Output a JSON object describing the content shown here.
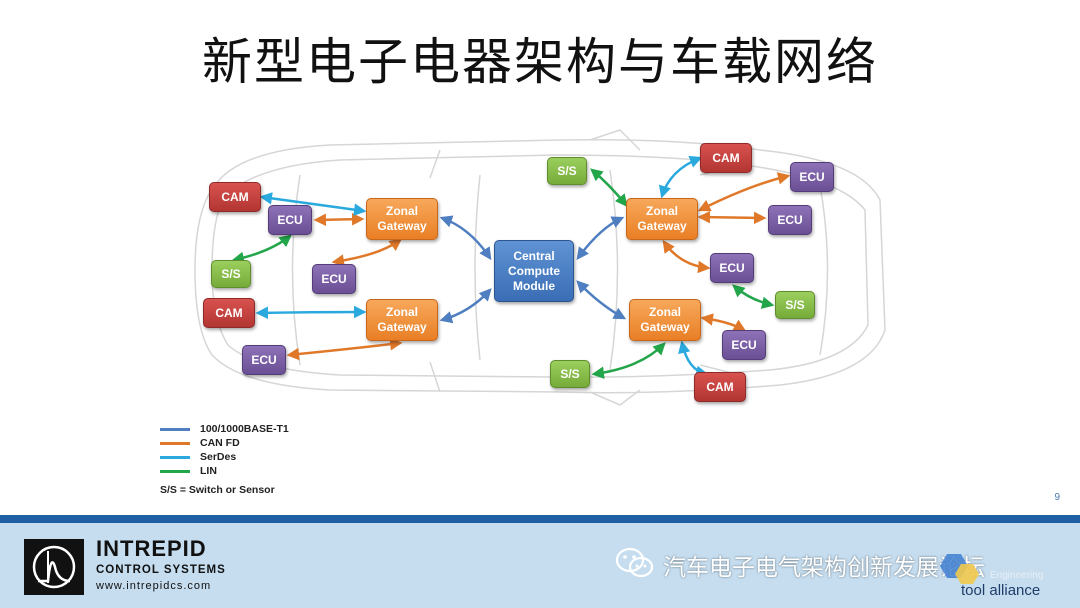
{
  "title": "新型电子电器架构与车载网络",
  "colors": {
    "ethernet": "#4f7fc0",
    "canfd": "#e0782a",
    "serdes": "#2aa9de",
    "lin": "#23a54a",
    "cam": "#c0403c",
    "ecu": "#7a5fa8",
    "ss": "#86bd48",
    "zonal": "#f08f3a",
    "central": "#4a7fc4",
    "footer_bg": "#c5ddef",
    "footer_bar": "#1f5fa4"
  },
  "nodes": {
    "central": "Central Compute Module",
    "zonal_gateway": "Zonal Gateway",
    "cam": "CAM",
    "ecu": "ECU",
    "ss": "S/S"
  },
  "legend": [
    {
      "label": "100/1000BASE-T1",
      "color": "#4f7fc0"
    },
    {
      "label": "CAN FD",
      "color": "#e0782a"
    },
    {
      "label": "SerDes",
      "color": "#2aa9de"
    },
    {
      "label": "LIN",
      "color": "#23a54a"
    }
  ],
  "legend_note": "S/S = Switch or Sensor",
  "page_number": "9",
  "footer": {
    "brand_name": "INTREPID",
    "brand_sub": "CONTROL SYSTEMS",
    "brand_url": "www.intrepidcs.com",
    "wechat_text": "汽车电子电气架构创新发展论坛",
    "partner_text": "tool alliance",
    "partner_sub": "Engineering",
    "icons": [
      "intrepid-logo-icon",
      "wechat-icon",
      "tool-alliance-logo-icon"
    ]
  }
}
